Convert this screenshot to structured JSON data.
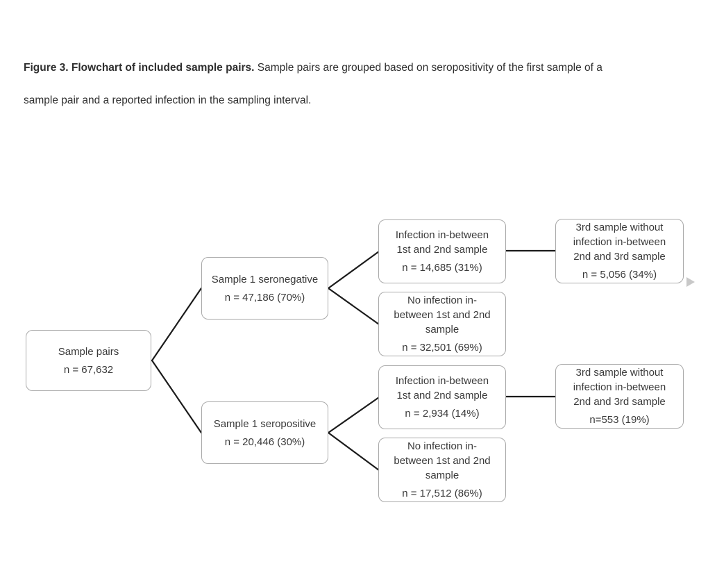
{
  "caption": {
    "title_bold": "Figure 3. Flowchart of included sample pairs.",
    "line1_rest": " Sample pairs are grouped based on seropositivity of the first sample of a",
    "line2": "sample pair and a reported infection in the sampling interval."
  },
  "flowchart": {
    "nodes": {
      "root": {
        "label": "Sample pairs",
        "value": "n = 67,632"
      },
      "seronegative": {
        "label": "Sample 1 seronegative",
        "value": "n = 47,186 (70%)"
      },
      "seropositive": {
        "label": "Sample 1 seropositive",
        "value": "n = 20,446 (30%)"
      },
      "neg_infection": {
        "label": "Infection in-between\n1st and 2nd sample",
        "value": "n = 14,685 (31%)"
      },
      "neg_no_infection": {
        "label": "No infection in-\nbetween 1st and 2nd\nsample",
        "value": "n = 32,501 (69%)"
      },
      "pos_infection": {
        "label": "Infection in-between\n1st and 2nd sample",
        "value": "n = 2,934 (14%)"
      },
      "pos_no_infection": {
        "label": "No infection in-\nbetween 1st and 2nd\nsample",
        "value": "n = 17,512 (86%)"
      },
      "neg_third": {
        "label": "3rd sample without\ninfection in-between\n2nd and 3rd sample",
        "value": "n = 5,056 (34%)"
      },
      "pos_third": {
        "label": "3rd sample without\ninfection in-between\n2nd and 3rd sample",
        "value": "n=553 (19%)"
      }
    },
    "colors": {
      "box_border": "#a9a9a9",
      "connector_line": "#1b1b1b",
      "text": "#3a3a3a",
      "anchor_triangle": "#c8c8c8"
    },
    "icons": {
      "anchor_triangle": "right-pointing-triangle"
    }
  }
}
